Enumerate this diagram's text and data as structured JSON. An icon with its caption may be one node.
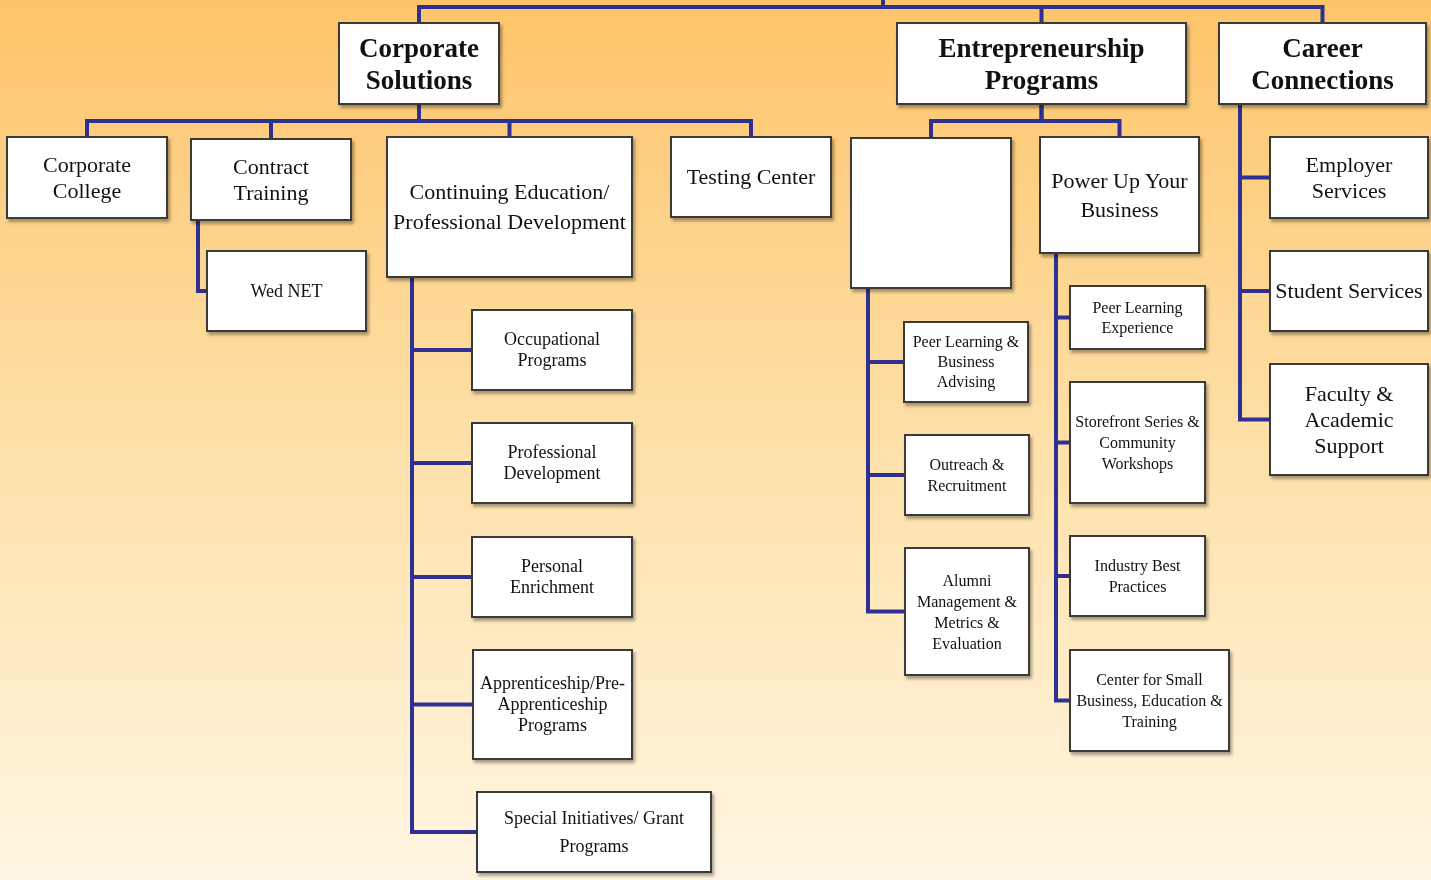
{
  "diagram": {
    "nodes": [
      {
        "text": [
          "Corporate Solutions"
        ]
      },
      {
        "text": [
          "Entrepreneurship Programs"
        ]
      },
      {
        "text": [
          "Career Connections"
        ]
      },
      {
        "text": [
          "Corporate College"
        ]
      },
      {
        "text": [
          "Contract Training"
        ]
      },
      {
        "text": [
          "Continuing Education/ Professional Development"
        ]
      },
      {
        "text": [
          "Testing Center"
        ]
      },
      {
        "text": [
          "Wed NET"
        ]
      },
      {
        "text": [
          "Occupational Programs"
        ]
      },
      {
        "text": [
          "Professional Development"
        ]
      },
      {
        "text": [
          "Personal Enrichment"
        ]
      },
      {
        "text": [
          "Apprenticeship/Pre-Apprenticeship Programs"
        ]
      },
      {
        "text": [
          "Special Initiatives/ Grant Programs"
        ]
      },
      {
        "text": [],
        "shape": "box"
      },
      {
        "text": [
          "Power Up Your Business"
        ]
      },
      {
        "text": [
          "Peer Learning & Business Advising"
        ]
      },
      {
        "text": [
          "Outreach & Recruitment"
        ]
      },
      {
        "text": [
          "Alumni Management & Metrics & Evaluation"
        ]
      },
      {
        "text": [
          "Peer Learning Experience"
        ]
      },
      {
        "text": [
          "Storefront Series & Community Workshops"
        ]
      },
      {
        "text": [
          "Industry Best Practices"
        ]
      },
      {
        "text": [
          "Center for Small Business, Education & Training"
        ]
      },
      {
        "text": [
          "Employer Services"
        ]
      },
      {
        "text": [
          "Student Services"
        ]
      },
      {
        "text": [
          "Faculty & Academic Support"
        ]
      }
    ],
    "edges": [
      {
        "from": null,
        "to": 0,
        "arrow": "none"
      },
      {
        "from": null,
        "to": 1,
        "arrow": "none"
      },
      {
        "from": null,
        "to": 2,
        "arrow": "none"
      },
      {
        "from": 0,
        "to": 3,
        "arrow": "none"
      },
      {
        "from": 0,
        "to": 4,
        "arrow": "none"
      },
      {
        "from": 0,
        "to": 5,
        "arrow": "none"
      },
      {
        "from": 0,
        "to": 6,
        "arrow": "none"
      },
      {
        "from": 4,
        "to": 7,
        "arrow": "none"
      },
      {
        "from": 5,
        "to": 8,
        "arrow": "none"
      },
      {
        "from": 5,
        "to": 9,
        "arrow": "none"
      },
      {
        "from": 5,
        "to": 10,
        "arrow": "none"
      },
      {
        "from": 5,
        "to": 11,
        "arrow": "none"
      },
      {
        "from": 5,
        "to": 12,
        "arrow": "none"
      },
      {
        "from": 1,
        "to": 13,
        "arrow": "none"
      },
      {
        "from": 1,
        "to": 14,
        "arrow": "none"
      },
      {
        "from": 13,
        "to": 15,
        "arrow": "none"
      },
      {
        "from": 13,
        "to": 16,
        "arrow": "none"
      },
      {
        "from": 13,
        "to": 17,
        "arrow": "none"
      },
      {
        "from": 14,
        "to": 18,
        "arrow": "none"
      },
      {
        "from": 14,
        "to": 19,
        "arrow": "none"
      },
      {
        "from": 14,
        "to": 20,
        "arrow": "none"
      },
      {
        "from": 14,
        "to": 21,
        "arrow": "none"
      },
      {
        "from": 2,
        "to": 22,
        "arrow": "none"
      },
      {
        "from": 2,
        "to": 23,
        "arrow": "none"
      },
      {
        "from": 2,
        "to": 24,
        "arrow": "none"
      }
    ]
  }
}
